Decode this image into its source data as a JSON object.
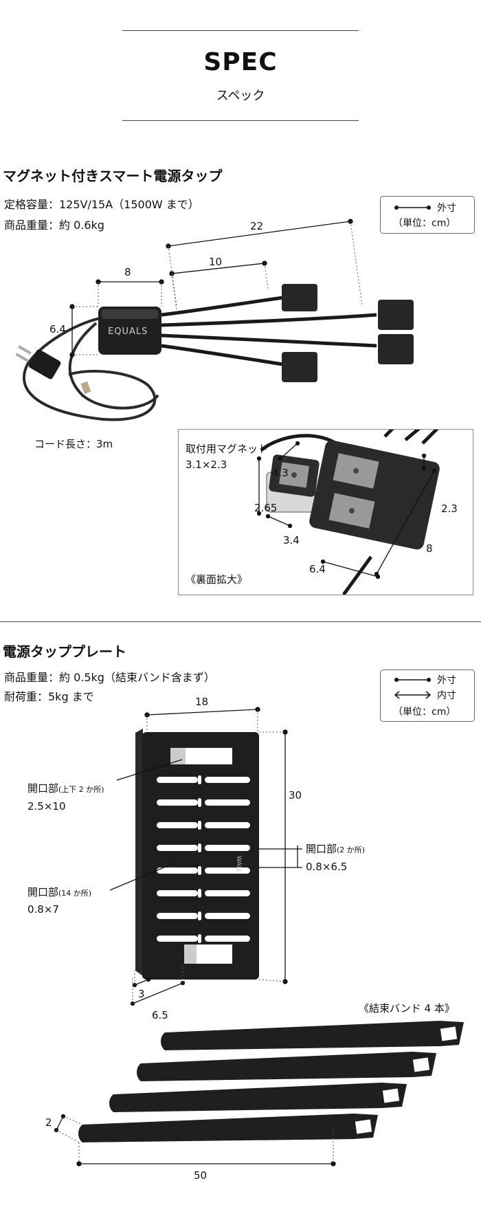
{
  "header": {
    "title": "SPEC",
    "subtitle": "スペック"
  },
  "tap": {
    "title": "マグネット付きスマート電源タップ",
    "capacity": "定格容量：125V/15A（1500W まで）",
    "weight": "商品重量：約 0.6kg",
    "legend": {
      "outer": "外寸",
      "unit": "（単位：cm）"
    },
    "brand": "EQUALS",
    "dims": {
      "d22": "22",
      "d10": "10",
      "d8": "8",
      "d64": "6.4"
    },
    "cord": "コード長さ：3m",
    "inset": {
      "magnet_title": "取付用マグネット",
      "magnet_size": "3.1×2.3",
      "d43": "4.3",
      "d265": "2.65",
      "d34": "3.4",
      "d23": "2.3",
      "d8": "8",
      "d64": "6.4",
      "caption": "《裏面拡大》"
    }
  },
  "plate": {
    "title": "電源タッププレート",
    "weight": "商品重量：約 0.5kg（結束バンド含まず）",
    "load": "耐荷重：5kg まで",
    "legend": {
      "outer": "外寸",
      "inner": "内寸",
      "unit": "（単位：cm）"
    },
    "d18": "18",
    "d30": "30",
    "d3": "3",
    "d65": "6.5",
    "opening1": {
      "label": "開口部",
      "note": "(上下 2 か所)",
      "size": "2.5×10"
    },
    "opening2": {
      "label": "開口部",
      "note": "(2 か所)",
      "size": "0.8×6.5"
    },
    "opening3": {
      "label": "開口部",
      "note": "(14 か所)",
      "size": "0.8×7"
    },
    "wall_mark": "WALL",
    "bands_caption": "《結束バンド 4 本》",
    "band_d2": "2",
    "band_d50": "50"
  }
}
